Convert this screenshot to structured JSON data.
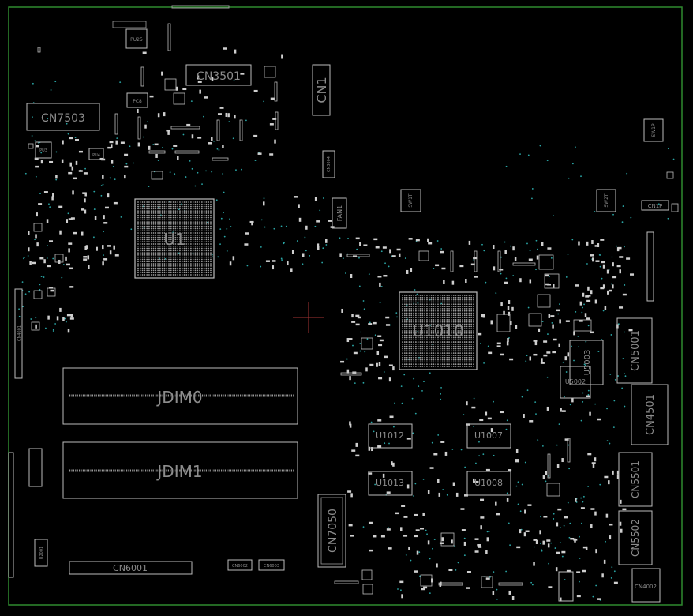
{
  "board": {
    "colors": {
      "background": "#000000",
      "edge": "#2f8a2f",
      "silk": "#bdbdbd",
      "label": "#8c8c8c",
      "via": "#2aa6a6",
      "pad": "#cfcfcf",
      "cursor": "#a33333"
    },
    "labels": {
      "cn3501": "CN3501",
      "cn7503": "CN7503",
      "cn1": "CN1",
      "u1": "U1",
      "u1010": "U1010",
      "jdim0": "JDIM0",
      "jdim1": "JDIM1",
      "cn5001": "CN5001",
      "cn4501": "CN4501",
      "cn5501": "CN5501",
      "cn5502": "CN5502",
      "cn7050": "CN7050",
      "cn6001": "CN6001",
      "cn6002": "CN6002",
      "cn6003": "CN6003",
      "cn4002": "CN4002",
      "u1012": "U1012",
      "u1007": "U1007",
      "u1013": "U1013",
      "u1008": "U1008",
      "u5003": "U5003",
      "u5002": "U5002",
      "fan1": "FAN1",
      "sw1t": "SW1T",
      "sw2t": "SW2T",
      "sw1p": "SW1P",
      "cn1p": "CN1P",
      "pu25": "PU25",
      "pc8": "PC8",
      "pu3": "PU3",
      "pu4": "PU4",
      "u2001": "U2001",
      "cn4001": "CN4001",
      "cn3004": "CN3004"
    }
  }
}
